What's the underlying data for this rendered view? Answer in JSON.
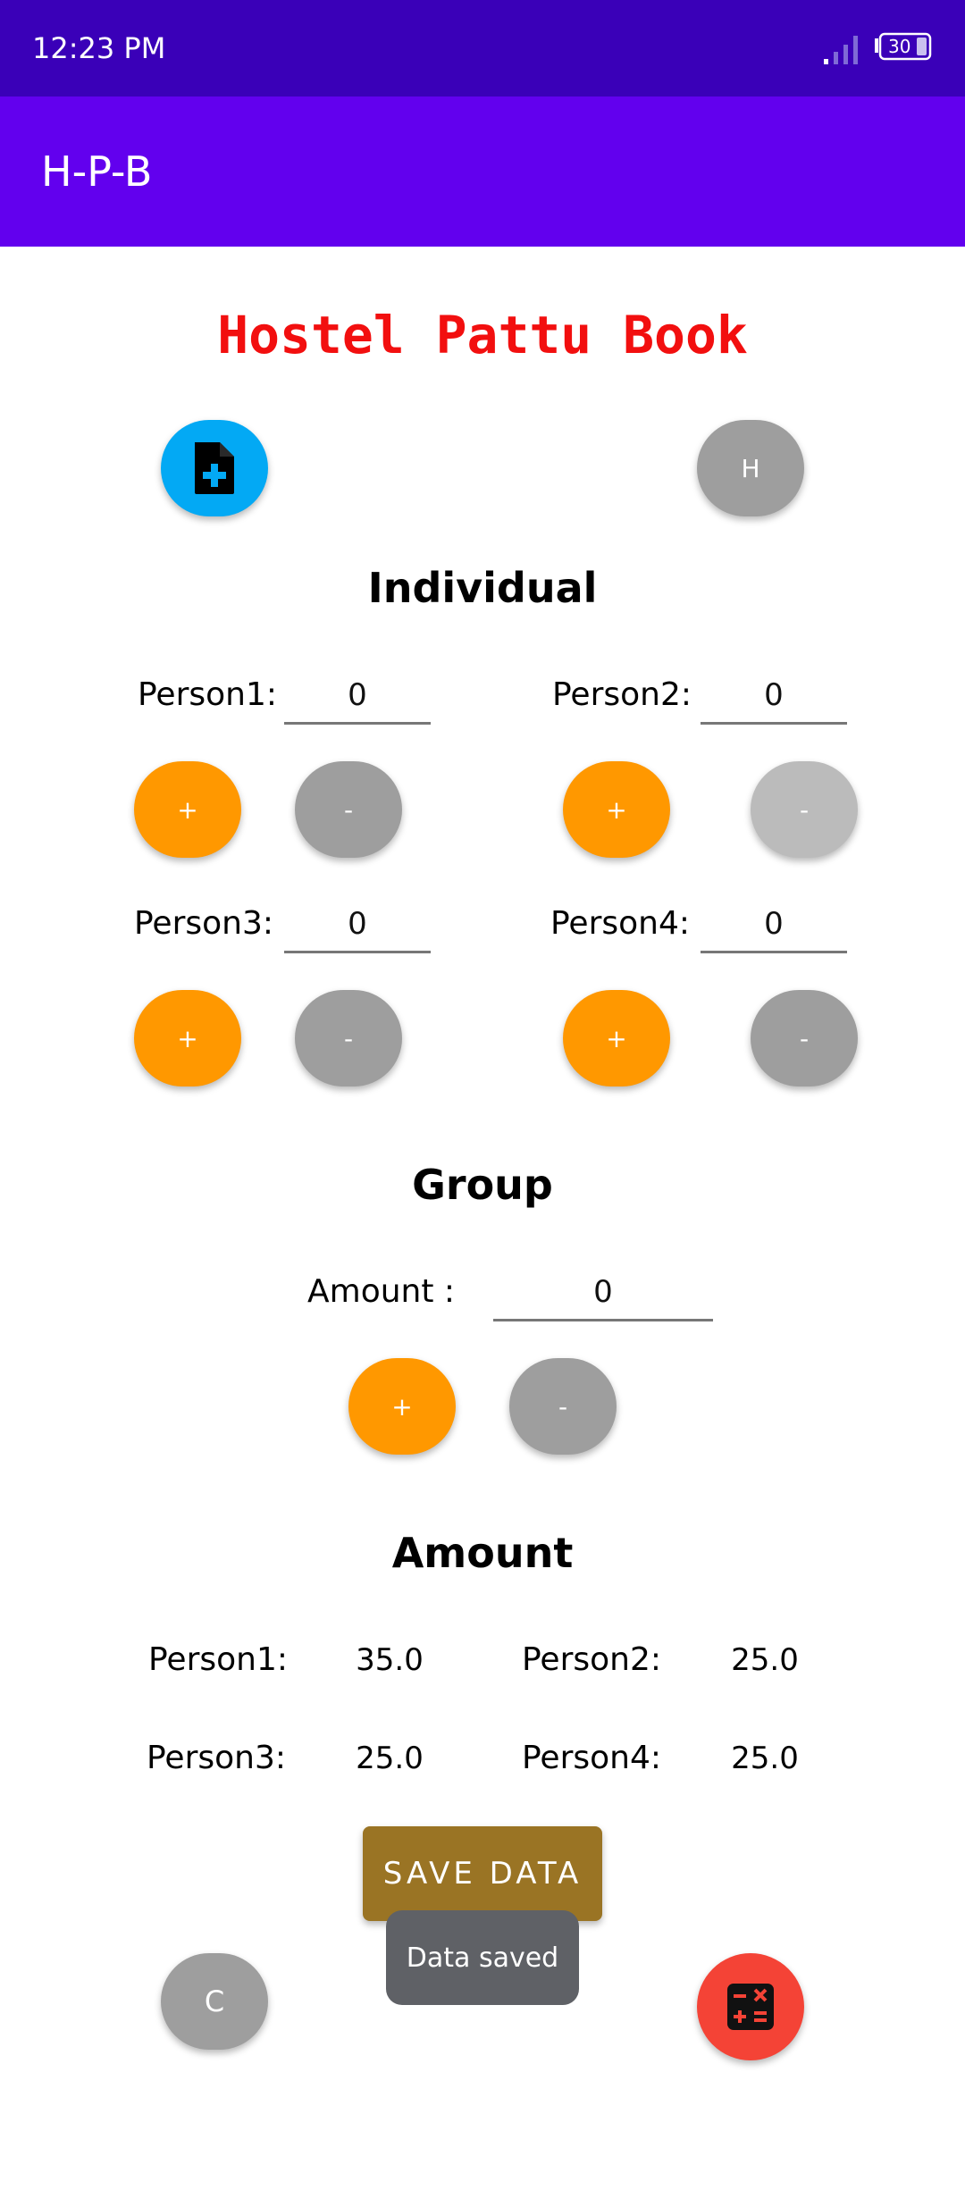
{
  "status_bar": {
    "time": "12:23 PM",
    "battery": "30",
    "icons": [
      "signal-icon",
      "battery-icon"
    ]
  },
  "app_bar": {
    "title": "H-P-B"
  },
  "main_title": "Hostel Pattu Book",
  "top_actions": {
    "add_icon": "note-add-icon",
    "history_label": "H"
  },
  "individual": {
    "title": "Individual",
    "persons": [
      {
        "label": "Person1:",
        "value": "0",
        "plus": "+",
        "minus": "-"
      },
      {
        "label": "Person2:",
        "value": "0",
        "plus": "+",
        "minus": "-"
      },
      {
        "label": "Person3:",
        "value": "0",
        "plus": "+",
        "minus": "-"
      },
      {
        "label": "Person4:",
        "value": "0",
        "plus": "+",
        "minus": "-"
      }
    ]
  },
  "group": {
    "title": "Group",
    "label": "Amount :",
    "value": "0",
    "plus": "+",
    "minus": "-"
  },
  "amount": {
    "title": "Amount",
    "rows": [
      {
        "label": "Person1:",
        "value": "35.0"
      },
      {
        "label": "Person2:",
        "value": "25.0"
      },
      {
        "label": "Person3:",
        "value": "25.0"
      },
      {
        "label": "Person4:",
        "value": "25.0"
      }
    ]
  },
  "save_label": "SAVE DATA",
  "toast_text": "Data saved",
  "bottom_actions": {
    "clear_label": "C",
    "calculator_icon": "calculator-icon"
  },
  "colors": {
    "status_bar": "#3a00b8",
    "app_bar": "#6200ee",
    "title_red": "#f20f0f",
    "orange": "#ff9800",
    "gray": "#9e9e9e",
    "blue": "#03a9f4",
    "red": "#f44336",
    "save": "#9a7424",
    "toast": "#5f6166"
  }
}
